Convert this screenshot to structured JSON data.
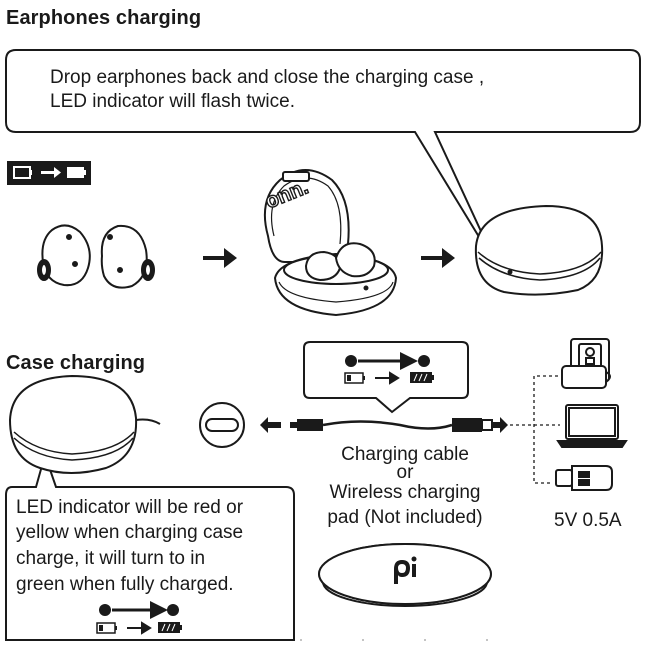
{
  "sections": {
    "earphones": {
      "title": "Earphones charging",
      "callout_line1": "Drop earphones back and close the charging case ,",
      "callout_line2": "LED indicator will flash twice.",
      "brand_logo": "onn."
    },
    "case": {
      "title": "Case charging",
      "cable_label": "Charging cable",
      "or_label": "or",
      "wireless_line1": "Wireless charging",
      "wireless_line2": "pad (Not included)",
      "spec": "5V 0.5A",
      "led_line1": "LED indicator will be red or",
      "led_line2": "yellow when charging case",
      "led_line3": "charge, it will turn to in",
      "led_line4": "green when fully charged."
    }
  },
  "icons": [
    "battery-low-icon",
    "battery-full-icon",
    "arrow-right-icon",
    "usb-c-port-icon",
    "wall-outlet-icon",
    "laptop-icon",
    "car-charger-icon",
    "qi-logo-icon"
  ]
}
